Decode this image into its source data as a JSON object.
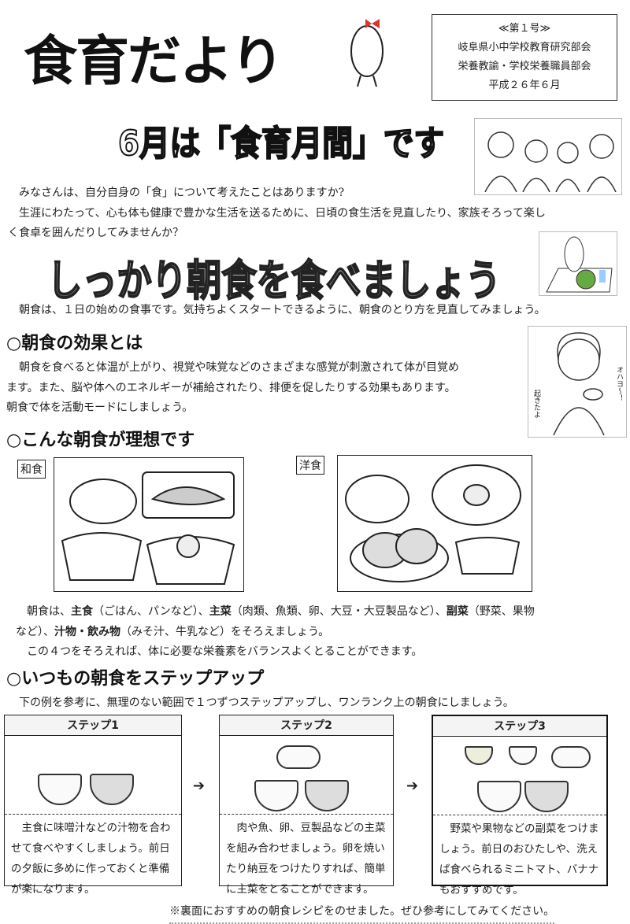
{
  "header": {
    "title": "食育だより",
    "issue": "≪第１号≫",
    "org1": "岐阜県小中学校教育研究部会",
    "org2": "栄養教諭・学校栄養職員部会",
    "date": "平成２６年６月"
  },
  "headline1": "6月は「食育月間」です",
  "intro": [
    "みなさんは、自分自身の「食」について考えたことはありますか?",
    "生涯にわたって、心も体も健康で豊かな生活を送るために、日頃の食生活を見直したり、家族そろって楽し",
    "く食卓を囲んだりしてみませんか？"
  ],
  "headline2": "しっかり朝食を食べましょう",
  "lead": "朝食は、１日の始めの食事です。気持ちよくスタートできるように、朝食のとり方を見直してみましょう。",
  "section1": {
    "heading": "○朝食の効果とは",
    "lines": [
      "朝食を食べると体温が上がり、視覚や味覚などのさまざまな感覚が刺激されて体が目覚め",
      "ます。また、脳や体へのエネルギーが補給されたり、排便を促したりする効果もあります。",
      "朝食で体を活動モードにしましょう。"
    ],
    "bubble1": "オハヨ〜！",
    "bubble2": "起きたよ"
  },
  "section2": {
    "heading": "○こんな朝食が理想です",
    "washoku": "和食",
    "yoshoku": "洋食",
    "p1a": "朝食は、",
    "shushoku": "主食",
    "p1b": "（ごはん、パンなど）、",
    "shusai": "主菜",
    "p1c": "（肉類、魚類、卵、大豆・大豆製品など）、",
    "fukusai": "副菜",
    "p1d": "（野菜、果物",
    "p2a": "など）、",
    "shirumono": "汁物・飲み物",
    "p2b": "（みそ汁、牛乳など）をそろえましょう。",
    "p3": "この４つをそろえれば、体に必要な栄養素をバランスよくとることができます。"
  },
  "section3": {
    "heading": "○いつもの朝食をステップアップ",
    "lead": "下の例を参考に、無理のない範囲で１つずつステップアップし、ワンランク上の朝食にしましょう。",
    "steps": [
      {
        "title": "ステップ1",
        "text": "主食に味噌汁などの汁物を合わせて食べやすくしましょう。前日の夕飯に多めに作っておくと準備が楽になります。"
      },
      {
        "title": "ステップ2",
        "text": "肉や魚、卵、豆製品などの主菜を組み合わせましょう。卵を焼いたり納豆をつけたりすれば、簡単に主菜をとることができます。"
      },
      {
        "title": "ステップ3",
        "text": "野菜や果物などの副菜をつけましょう。前日のおひたしや、洗えば食べられるミニトマト、バナナもおすすめです。"
      }
    ],
    "arrow": "➔"
  },
  "footnote": "※裏面におすすめの朝食レシピをのせました。ぜひ参考にしてみてください。"
}
